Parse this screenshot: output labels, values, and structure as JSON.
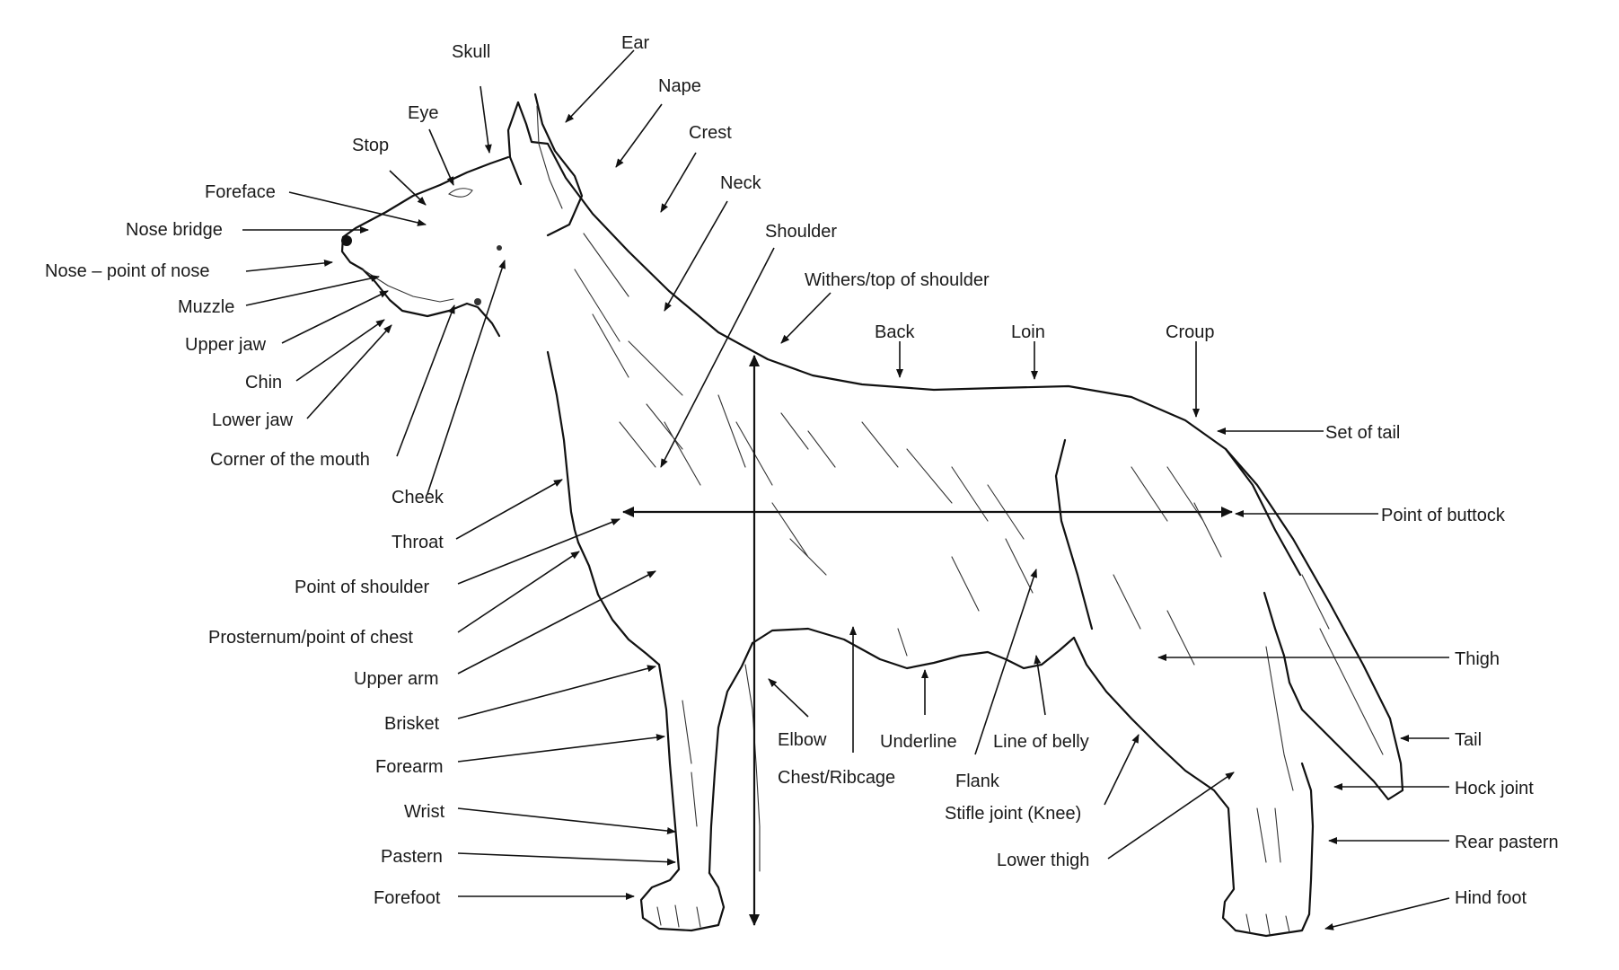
{
  "labels": {
    "skull": "Skull",
    "ear": "Ear",
    "nape": "Nape",
    "eye": "Eye",
    "crest": "Crest",
    "stop": "Stop",
    "neck": "Neck",
    "foreface": "Foreface",
    "nose_bridge": "Nose bridge",
    "shoulder": "Shoulder",
    "nose": "Nose – point of nose",
    "withers": "Withers/top of shoulder",
    "muzzle": "Muzzle",
    "upper_jaw": "Upper jaw",
    "back": "Back",
    "loin": "Loin",
    "croup": "Croup",
    "chin": "Chin",
    "lower_jaw": "Lower jaw",
    "set_of_tail": "Set of tail",
    "corner_of_mouth": "Corner of the mouth",
    "cheek": "Cheek",
    "point_of_buttock": "Point of buttock",
    "throat": "Throat",
    "point_of_shoulder": "Point of shoulder",
    "prosternum": "Prosternum/point of chest",
    "thigh": "Thigh",
    "upper_arm": "Upper arm",
    "brisket": "Brisket",
    "elbow": "Elbow",
    "underline": "Underline",
    "line_of_belly": "Line of belly",
    "tail": "Tail",
    "forearm": "Forearm",
    "chest_ribcage": "Chest/Ribcage",
    "flank": "Flank",
    "hock_joint": "Hock joint",
    "wrist": "Wrist",
    "stifle_joint": "Stifle joint (Knee)",
    "rear_pastern": "Rear pastern",
    "pastern": "Pastern",
    "lower_thigh": "Lower thigh",
    "forefoot": "Forefoot",
    "hind_foot": "Hind foot"
  }
}
